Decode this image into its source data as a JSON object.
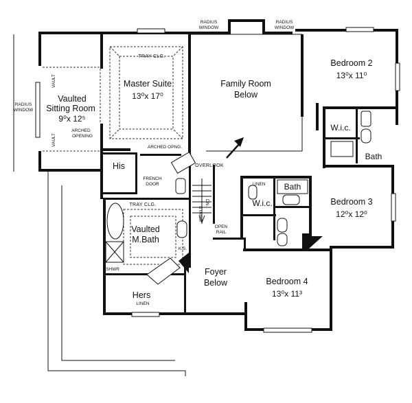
{
  "rooms": {
    "master_suite": {
      "name": "Master Suite",
      "dims": "13⁰x 17⁰",
      "ceiling": "TRAY CLG."
    },
    "family_room": {
      "line1": "Family Room",
      "line2": "Below"
    },
    "bedroom2": {
      "name": "Bedroom 2",
      "dims": "13⁰x 11⁰"
    },
    "sitting_room": {
      "line1": "Vaulted",
      "line2": "Sitting Room",
      "dims": "9⁰x 12⁵"
    },
    "wic_upper": {
      "name": "W.i.c."
    },
    "bath_upper": {
      "name": "Bath"
    },
    "his": {
      "name": "His"
    },
    "bath_mid": {
      "name": "Bath"
    },
    "wic_mid": {
      "name": "W.i.c."
    },
    "bedroom3": {
      "name": "Bedroom 3",
      "dims": "12⁰x 12⁰"
    },
    "master_bath": {
      "line1": "Vaulted",
      "line2": "M.Bath",
      "ceiling": "TRAY CLG."
    },
    "foyer": {
      "line1": "Foyer",
      "line2": "Below"
    },
    "hers": {
      "name": "Hers",
      "linen": "LINEN"
    },
    "bedroom4": {
      "name": "Bedroom 4",
      "dims": "13⁰x 11³"
    }
  },
  "notes": {
    "radius_window_left_1": "RADIUS",
    "radius_window_left_2": "WINDOW",
    "radius_window_top_l1": "RADIUS",
    "radius_window_top_l2": "WINDOW",
    "radius_window_top_r1": "RADIUS",
    "radius_window_top_r2": "WINDOW",
    "vault_top": "VAULT",
    "vault_bottom": "VAULT",
    "arched_opening_1": "ARCHED",
    "arched_opening_2": "OPENING",
    "arched_opng": "ARCHED OPNG.",
    "overlook": "OVERLOOK",
    "french_door_1": "FRENCH",
    "french_door_2": "DOOR",
    "linen_mid": "LINEN",
    "stairs": "STAIRS",
    "dn": "DN.",
    "open_rail_1": "OPEN",
    "open_rail_2": "RAIL",
    "ks": "K.S.",
    "shwr": "SHWR"
  }
}
